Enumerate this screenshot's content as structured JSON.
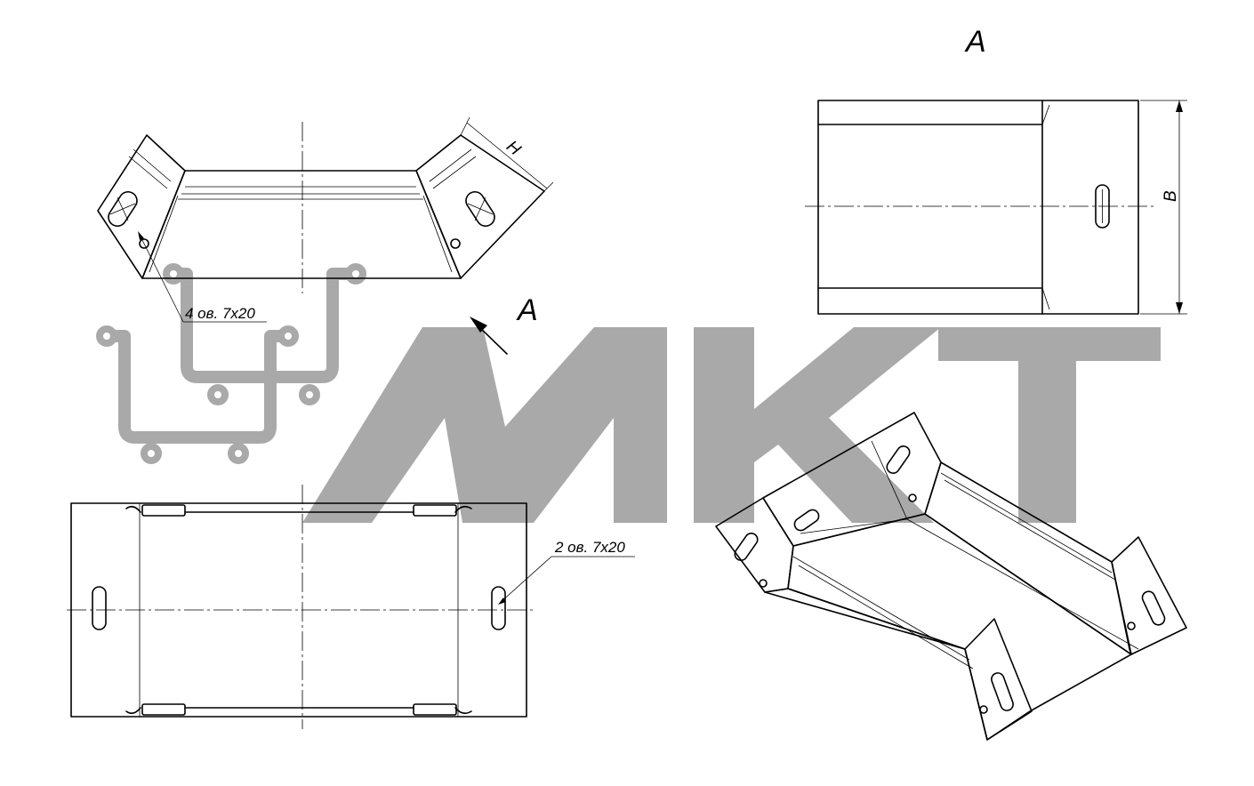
{
  "labels": {
    "view_a_title": "A",
    "arrow_a": "A",
    "dim_h": "H",
    "dim_b": "B",
    "callout_top": "4 ов. 7х20",
    "callout_bottom": "2 ов. 7х20"
  },
  "watermark": {
    "text": "МКТ",
    "color": "#a9a9a9"
  }
}
